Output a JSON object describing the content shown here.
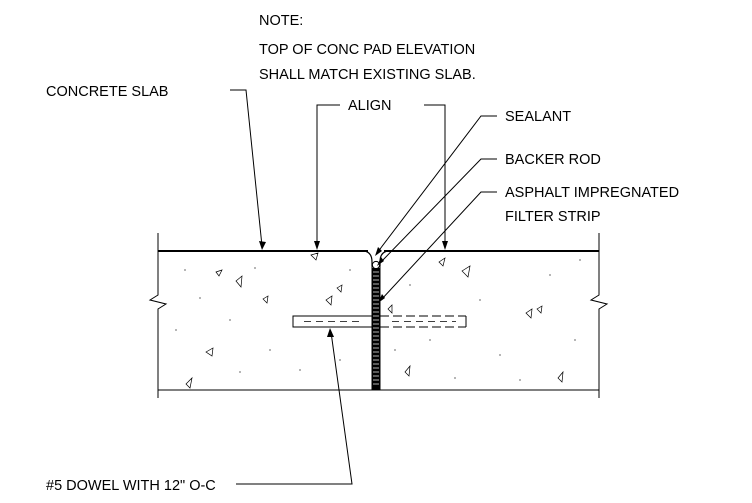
{
  "note": {
    "heading": "NOTE:",
    "line1": "TOP OF CONC PAD ELEVATION",
    "line2": "SHALL MATCH EXISTING SLAB."
  },
  "labels": {
    "concrete_slab": "CONCRETE SLAB",
    "align": "ALIGN",
    "sealant": "SEALANT",
    "backer_rod": "BACKER ROD",
    "filter_strip_line1": "ASPHALT IMPREGNATED",
    "filter_strip_line2": "FILTER STRIP",
    "dowel": "#5 DOWEL WITH 12\" O-C"
  },
  "colors": {
    "line": "#000000",
    "background": "#ffffff"
  }
}
